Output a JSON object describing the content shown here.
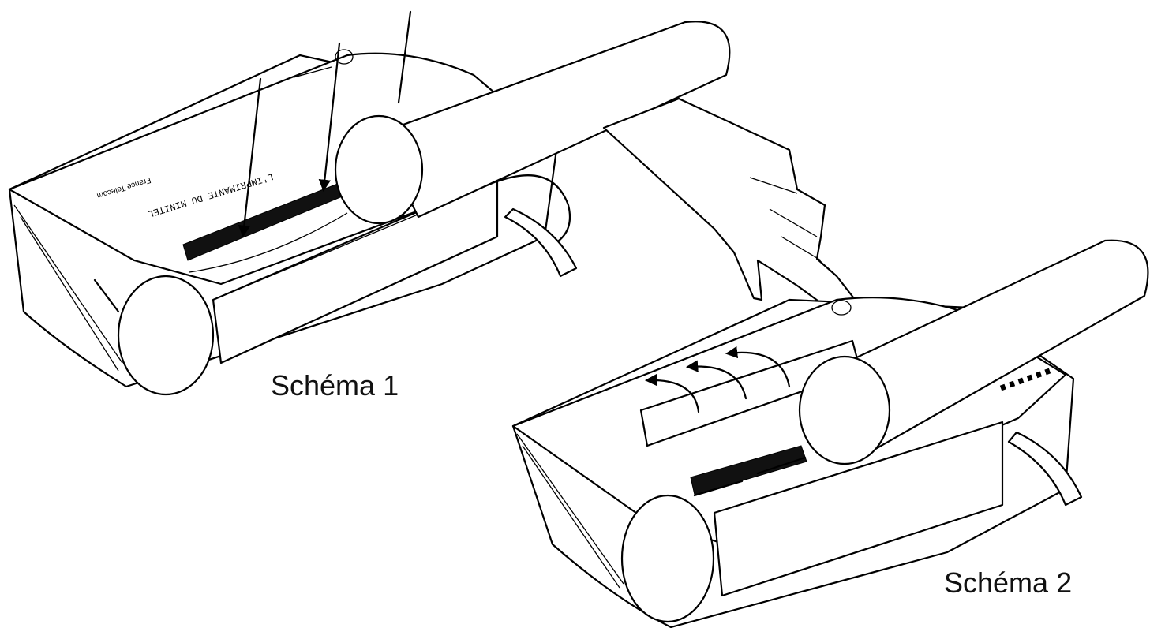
{
  "figures": [
    {
      "caption": "Schéma 1"
    },
    {
      "caption": "Schéma 2"
    }
  ],
  "device_text": {
    "brand": "France Telecom",
    "model": "L'IMPRIMANTE DU MINITEL"
  }
}
